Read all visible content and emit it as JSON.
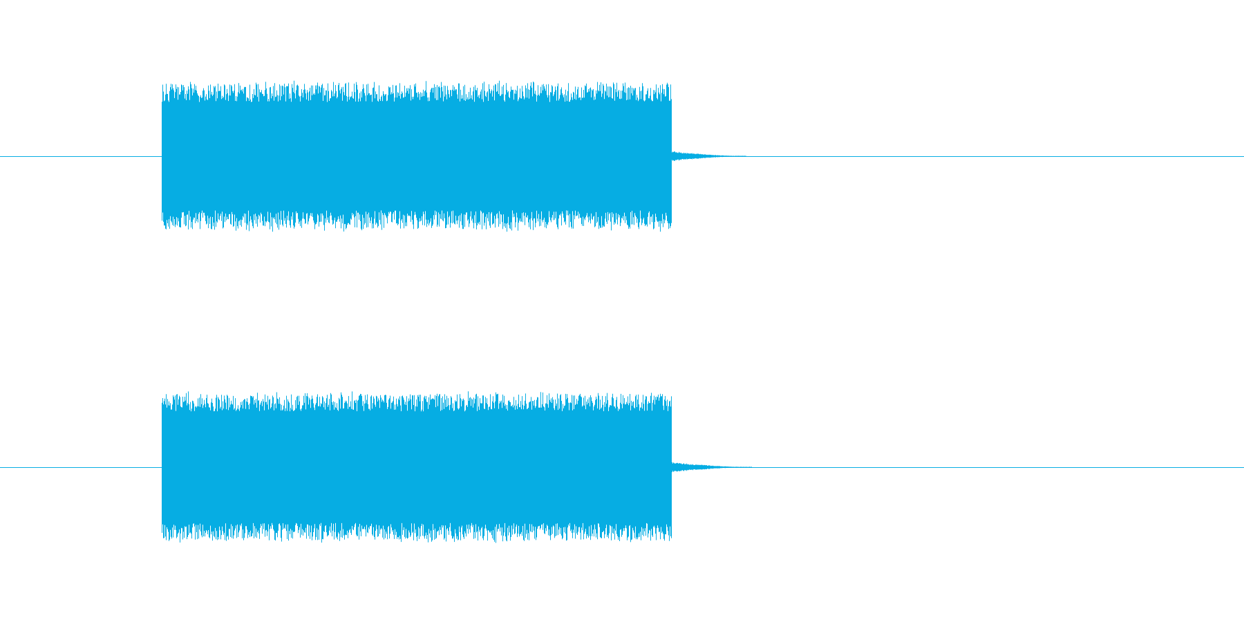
{
  "colors": {
    "background": "#ffffff",
    "waveform": "#06ade3"
  },
  "chart_data": {
    "type": "area",
    "title": "",
    "xlabel": "",
    "ylabel": "",
    "xlim": [
      0,
      1
    ],
    "ylim": [
      -1,
      1
    ],
    "grid": false,
    "legend": "none",
    "series": [
      {
        "channel": 1,
        "segments": [
          {
            "start": 0.0,
            "end": 0.1301,
            "amplitude": 0.0
          },
          {
            "start": 0.1301,
            "end": 0.5395,
            "amplitude": 0.7,
            "peak": 0.98,
            "description_level": "loud"
          },
          {
            "start": 0.5395,
            "end": 0.5995,
            "amplitude": 0.03,
            "decay": true
          },
          {
            "start": 0.5995,
            "end": 1.0,
            "amplitude": 0.0
          }
        ]
      },
      {
        "channel": 2,
        "segments": [
          {
            "start": 0.0,
            "end": 0.1301,
            "amplitude": 0.0
          },
          {
            "start": 0.1301,
            "end": 0.5395,
            "amplitude": 0.72,
            "peak": 0.98,
            "description_level": "loud"
          },
          {
            "start": 0.5395,
            "end": 0.604,
            "amplitude": 0.03,
            "decay": true
          },
          {
            "start": 0.604,
            "end": 1.0,
            "amplitude": 0.0
          }
        ]
      }
    ]
  }
}
